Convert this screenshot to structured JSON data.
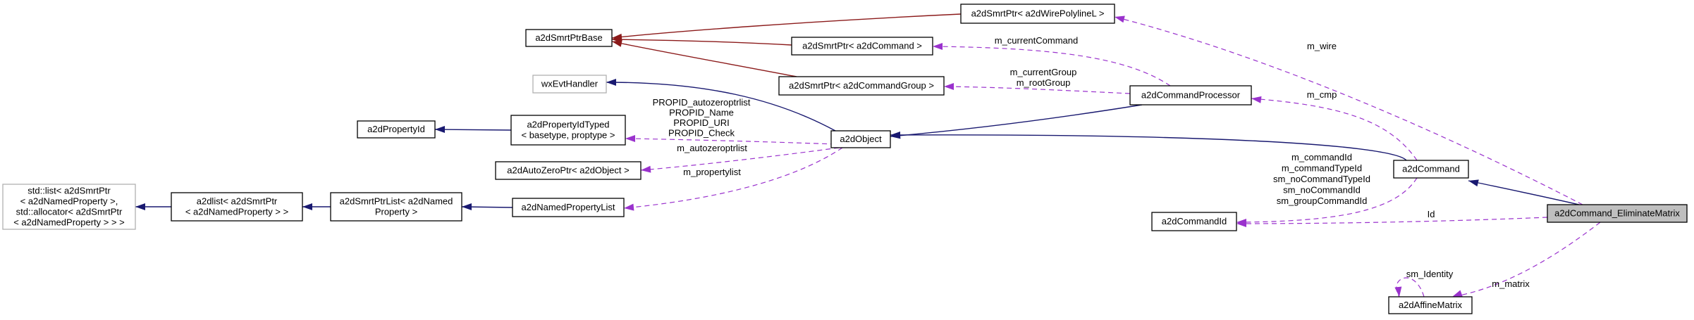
{
  "diagram": {
    "nodes": {
      "wire_polyline": {
        "lines": [
          "a2dSmrtPtr< a2dWirePolylineL >"
        ]
      },
      "smrt_ptr_base": {
        "lines": [
          "a2dSmrtPtrBase"
        ]
      },
      "smrt_cmd": {
        "lines": [
          "a2dSmrtPtr< a2dCommand >"
        ]
      },
      "smrt_cmd_group": {
        "lines": [
          "a2dSmrtPtr< a2dCommandGroup >"
        ]
      },
      "evt_handler": {
        "lines": [
          "wxEvtHandler"
        ]
      },
      "cmd_processor": {
        "lines": [
          "a2dCommandProcessor"
        ]
      },
      "property_id": {
        "lines": [
          "a2dPropertyId"
        ]
      },
      "property_id_typed": {
        "lines": [
          "a2dPropertyIdTyped",
          "< basetype, proptype >"
        ]
      },
      "object": {
        "lines": [
          "a2dObject"
        ]
      },
      "autozero_ptr": {
        "lines": [
          "a2dAutoZeroPtr< a2dObject >"
        ]
      },
      "std_list": {
        "lines": [
          "std::list< a2dSmrtPtr",
          "< a2dNamedProperty >,",
          "std::allocator< a2dSmrtPtr",
          "< a2dNamedProperty > > >"
        ]
      },
      "dlist": {
        "lines": [
          "a2dlist< a2dSmrtPtr",
          "< a2dNamedProperty > >"
        ]
      },
      "ptr_list": {
        "lines": [
          "a2dSmrtPtrList< a2dNamed",
          "Property >"
        ]
      },
      "named_prop_list": {
        "lines": [
          "a2dNamedPropertyList"
        ]
      },
      "command": {
        "lines": [
          "a2dCommand"
        ]
      },
      "command_id": {
        "lines": [
          "a2dCommandId"
        ]
      },
      "eliminate_matrix": {
        "lines": [
          "a2dCommand_EliminateMatrix"
        ]
      },
      "affine_matrix": {
        "lines": [
          "a2dAffineMatrix"
        ]
      }
    },
    "edge_labels": {
      "m_wire": [
        "m_wire"
      ],
      "m_current_command": [
        "m_currentCommand"
      ],
      "m_group": [
        "m_currentGroup",
        "m_rootGroup"
      ],
      "m_cmp": [
        "m_cmp"
      ],
      "propid": [
        "PROPID_autozeroptrlist",
        "PROPID_Name",
        "PROPID_URI",
        "PROPID_Check"
      ],
      "m_autozeroptrlist": [
        "m_autozeroptrlist"
      ],
      "m_propertylist": [
        "m_propertylist"
      ],
      "command_ids": [
        "m_commandId",
        "m_commandTypeId",
        "sm_noCommandTypeId",
        "sm_noCommandId",
        "sm_groupCommandId"
      ],
      "id": [
        "Id"
      ],
      "m_matrix": [
        "m_matrix"
      ],
      "sm_identity": [
        "sm_Identity"
      ]
    },
    "colors": {
      "inheritance_edge": "#191970",
      "template_edge": "#8b1a1a",
      "usage_edge": "#9a32cd",
      "highlighted_node_fill": "#bfbfbf",
      "external_node_border": "#b0b0b0"
    }
  }
}
